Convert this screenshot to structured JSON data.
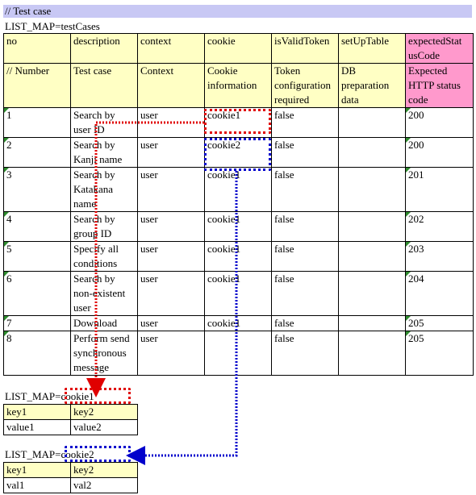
{
  "comment": "// Test case",
  "list_map_test_cases": "LIST_MAP=testCases",
  "main_table": {
    "columns": [
      "no",
      "description",
      "context",
      "cookie",
      "isValidToken",
      "setUpTable",
      "expectedStatusCode"
    ],
    "expected_header_text": "expectedStat\nusCode",
    "description_row": [
      "// Number",
      "Test case",
      "Context",
      "Cookie\ninformation",
      "Token\nconfiguration\nrequired",
      "DB\npreparation\ndata",
      "Expected\nHTTP status\ncode"
    ],
    "rows": [
      {
        "no": "1",
        "description": "Search by\nuser ID",
        "context": "user",
        "cookie": "cookie1",
        "isValidToken": "false",
        "setUpTable": "",
        "expected": "200"
      },
      {
        "no": "2",
        "description": "Search by\nKanji name",
        "context": "user",
        "cookie": "cookie2",
        "isValidToken": "false",
        "setUpTable": "",
        "expected": "200"
      },
      {
        "no": "3",
        "description": "Search by\nKatakana\nname",
        "context": "user",
        "cookie": "cookie1",
        "isValidToken": "false",
        "setUpTable": "",
        "expected": "201"
      },
      {
        "no": "4",
        "description": "Search by\ngroup ID",
        "context": "user",
        "cookie": "cookie1",
        "isValidToken": "false",
        "setUpTable": "",
        "expected": "202"
      },
      {
        "no": "5",
        "description": "Specify all\nconditions",
        "context": "user",
        "cookie": "cookie1",
        "isValidToken": "false",
        "setUpTable": "",
        "expected": "203"
      },
      {
        "no": "6",
        "description": "Search by\nnon-existent\nuser",
        "context": "user",
        "cookie": "cookie1",
        "isValidToken": "false",
        "setUpTable": "",
        "expected": "204"
      },
      {
        "no": "7",
        "description": "Download",
        "context": "user",
        "cookie": "cookie1",
        "isValidToken": "false",
        "setUpTable": "",
        "expected": "205"
      },
      {
        "no": "8",
        "description": "Perform send\nsynchronous\nmessage",
        "context": "user",
        "cookie": "",
        "isValidToken": "false",
        "setUpTable": "",
        "expected": "205"
      }
    ]
  },
  "cookie1_block": {
    "label_prefix": "LIST_MAP=",
    "label_name": "cookie1",
    "headers": [
      "key1",
      "key2"
    ],
    "values": [
      "value1",
      "value2"
    ]
  },
  "cookie2_block": {
    "label_prefix": "LIST_MAP=",
    "label_name": "cookie2",
    "headers": [
      "key1",
      "key2"
    ],
    "values": [
      "val1",
      "val2"
    ]
  },
  "colors": {
    "comment_bg": "#c8c8f4",
    "header_bg": "#ffffc4",
    "expected_bg": "#ff99cc",
    "red_marker": "#e00000",
    "blue_marker": "#0000cc",
    "cell_triangle": "#2e8b2e"
  }
}
